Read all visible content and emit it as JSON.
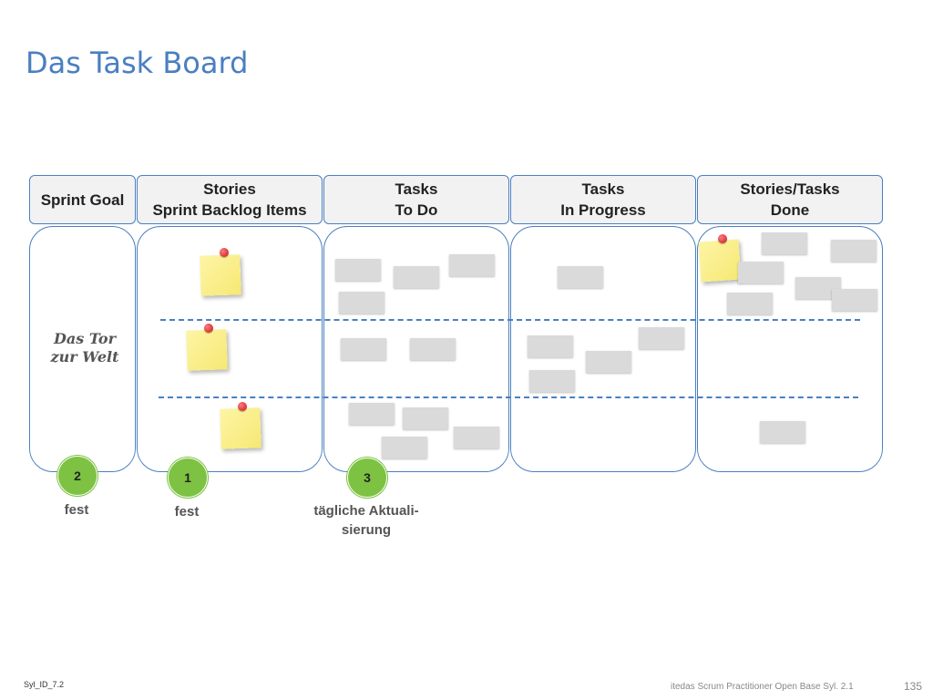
{
  "title": "Das Task Board",
  "columns": [
    {
      "line1": "Sprint Goal",
      "line2": ""
    },
    {
      "line1": "Stories",
      "line2": "Sprint Backlog Items"
    },
    {
      "line1": "Tasks",
      "line2": "To Do"
    },
    {
      "line1": "Tasks",
      "line2": "In Progress"
    },
    {
      "line1": "Stories/Tasks",
      "line2": "Done"
    }
  ],
  "sprint_goal_text": {
    "line1": "Das Tor",
    "line2": "zur Welt"
  },
  "badges": [
    {
      "number": "2",
      "caption_line1": "fest",
      "caption_line2": ""
    },
    {
      "number": "1",
      "caption_line1": "fest",
      "caption_line2": ""
    },
    {
      "number": "3",
      "caption_line1": "tägliche Aktuali-",
      "caption_line2": "sierung"
    }
  ],
  "footer": {
    "left": "Syl_ID_7.2",
    "right": "itedas Scrum Practitioner Open Base Syl. 2.1",
    "page_number": "135"
  },
  "colors": {
    "accent": "#4a7fc1",
    "badge": "#7dc242",
    "sticky_note": "#f6e873",
    "task_card": "#dadada"
  }
}
